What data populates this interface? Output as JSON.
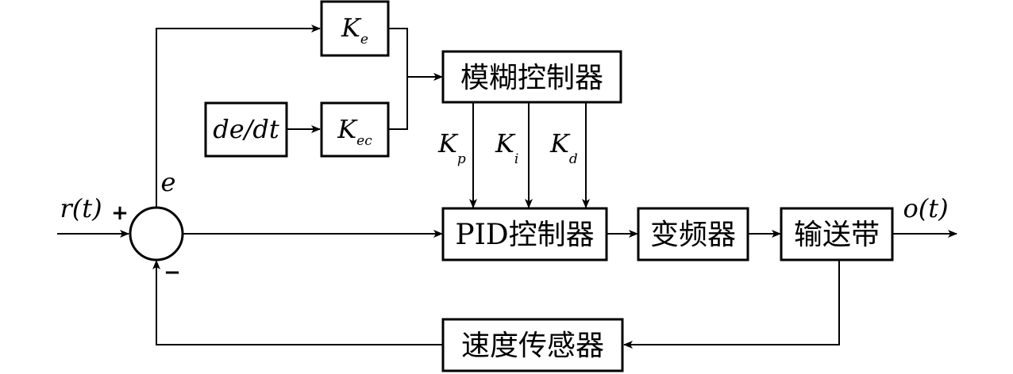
{
  "blocks": {
    "fuzzy_controller": "模糊控制器",
    "pid_controller": "PID控制器",
    "inverter": "变频器",
    "conveyor_belt": "输送带",
    "speed_sensor": "速度传感器",
    "derivative": "de/dt"
  },
  "gains": {
    "ke": {
      "main": "K",
      "sub": "e"
    },
    "kec": {
      "main": "K",
      "sub": "ec"
    },
    "kp": {
      "main": "K",
      "sub": "p"
    },
    "ki": {
      "main": "K",
      "sub": "i"
    },
    "kd": {
      "main": "K",
      "sub": "d"
    }
  },
  "signals": {
    "input": "r(t)",
    "output": "o(t)",
    "error": "e"
  },
  "summing_junction": {
    "plus": "+",
    "minus": "−"
  }
}
